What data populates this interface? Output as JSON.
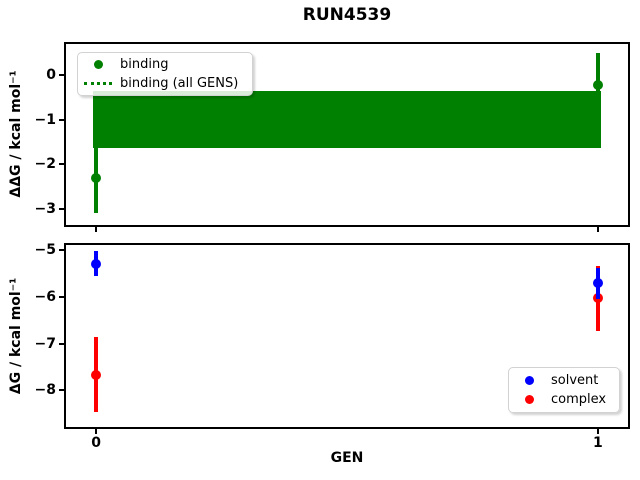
{
  "title": "RUN4539",
  "chart_data": [
    {
      "type": "scatter",
      "ylabel": "ΔΔG / kcal mol⁻¹",
      "xlim": [
        -0.06,
        1.06
      ],
      "ylim": [
        -3.36,
        0.69
      ],
      "grid": false,
      "yticks": [
        {
          "v": 0,
          "label": "0"
        },
        {
          "v": -1,
          "label": "−1"
        },
        {
          "v": -2,
          "label": "−2"
        },
        {
          "v": -3,
          "label": "−3"
        }
      ],
      "xticks": [
        {
          "v": 0,
          "label": ""
        },
        {
          "v": 1,
          "label": ""
        }
      ],
      "series": [
        {
          "name": "binding (all GENS)",
          "type": "band",
          "color": "#008000",
          "line_style": "dotted",
          "value": -1.0,
          "error": 0.63,
          "x_range": [
            0,
            1
          ]
        },
        {
          "name": "binding",
          "type": "points",
          "color": "#008000",
          "points": [
            {
              "x": 0,
              "y": -2.3,
              "yerr": 0.8
            },
            {
              "x": 1,
              "y": -0.22,
              "yerr": 0.7
            }
          ]
        }
      ],
      "legend": {
        "position": "upper-left",
        "entries": [
          {
            "label": "binding",
            "glyph": "dot",
            "color": "#008000"
          },
          {
            "label": "binding (all GENS)",
            "glyph": "dotted-line",
            "color": "#008000"
          }
        ]
      }
    },
    {
      "type": "scatter",
      "xlabel": "GEN",
      "ylabel": "ΔG / kcal mol⁻¹",
      "xlim": [
        -0.06,
        1.06
      ],
      "ylim": [
        -8.79,
        -4.89
      ],
      "grid": false,
      "yticks": [
        {
          "v": -5,
          "label": "−5"
        },
        {
          "v": -6,
          "label": "−6"
        },
        {
          "v": -7,
          "label": "−7"
        },
        {
          "v": -8,
          "label": "−8"
        }
      ],
      "xticks": [
        {
          "v": 0,
          "label": "0"
        },
        {
          "v": 1,
          "label": "1"
        }
      ],
      "series": [
        {
          "name": "complex",
          "type": "points",
          "color": "#ff0000",
          "points": [
            {
              "x": 0,
              "y": -7.67,
              "yerr": 0.8
            },
            {
              "x": 1,
              "y": -6.03,
              "yerr": 0.7
            }
          ]
        },
        {
          "name": "solvent",
          "type": "points",
          "color": "#0000ff",
          "points": [
            {
              "x": 0,
              "y": -5.29,
              "yerr": 0.27
            },
            {
              "x": 1,
              "y": -5.71,
              "yerr": 0.33
            }
          ]
        }
      ],
      "legend": {
        "position": "lower-right",
        "entries": [
          {
            "label": "solvent",
            "glyph": "dot",
            "color": "#0000ff"
          },
          {
            "label": "complex",
            "glyph": "dot",
            "color": "#ff0000"
          }
        ]
      }
    }
  ]
}
